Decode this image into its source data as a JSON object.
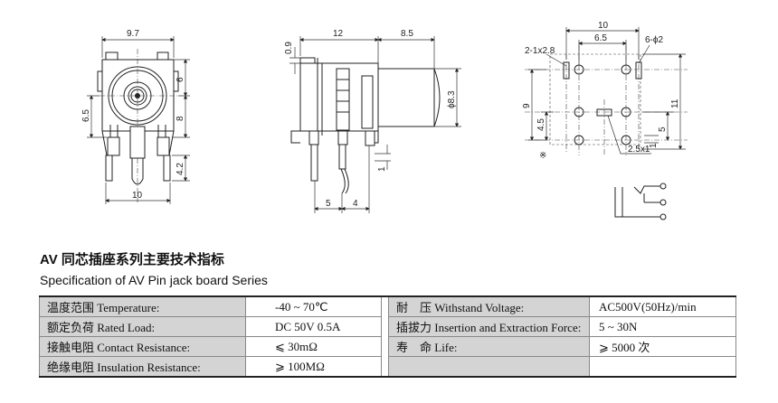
{
  "drawing": {
    "front_view": {
      "dims": {
        "top_width": "9.7",
        "bottom_width": "10",
        "left_height": "6.5",
        "right_top": "6",
        "right_mid": "8",
        "right_bottom": "4.2"
      }
    },
    "side_view": {
      "dims": {
        "top_left": "0.9",
        "body_length": "12",
        "barrel_length": "8.5",
        "diameter": "ϕ8.3",
        "pin_left": "5",
        "pin_right": "4",
        "pin_offset": "1"
      }
    },
    "pcb_layout": {
      "dims": {
        "overall_width": "10",
        "inner_width": "6.5",
        "slot": "2-1x2.8",
        "holes": "6-ϕ2",
        "height": "9",
        "right_height": "11",
        "lower_left": "4.5",
        "right_mid": "5",
        "right_small": "1",
        "slot2": "2.5x1",
        "mark": "※"
      }
    }
  },
  "heading": {
    "cn": "AV 同芯插座系列主要技术指标",
    "en": "Specification of AV Pin jack board Series"
  },
  "specs": {
    "rows": [
      {
        "left_label": "温度范围 Temperature:",
        "left_value": "-40 ~ 70℃",
        "right_label": "耐　压 Withstand Voltage:",
        "right_value": "AC500V(50Hz)/min"
      },
      {
        "left_label": "额定负荷 Rated Load:",
        "left_value": "DC 50V 0.5A",
        "right_label": "插拔力 Insertion and Extraction Force:",
        "right_value": "5 ~ 30N"
      },
      {
        "left_label": "接触电阻 Contact Resistance:",
        "left_value": "⩽ 30mΩ",
        "right_label": "寿　命 Life:",
        "right_value": "⩾ 5000 次"
      },
      {
        "left_label": "绝缘电阻 Insulation Resistance:",
        "left_value": "⩾ 100MΩ",
        "right_label": "",
        "right_value": ""
      }
    ]
  }
}
